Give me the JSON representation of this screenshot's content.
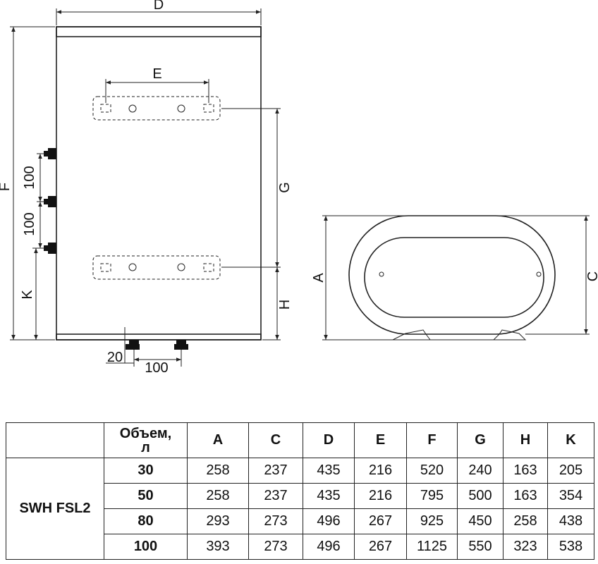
{
  "drawing": {
    "front_labels": {
      "D": "D",
      "E": "E",
      "F": "F",
      "G": "G",
      "H": "H",
      "K": "K",
      "pitch_upper": "100",
      "pitch_lower": "100",
      "bottom_offset": "20",
      "bottom_pitch": "100"
    },
    "side_labels": {
      "A": "A",
      "C": "C"
    }
  },
  "table": {
    "model": "SWH FSL2",
    "headers": [
      "Объем,\nл",
      "A",
      "C",
      "D",
      "E",
      "F",
      "G",
      "H",
      "K"
    ],
    "rows": [
      [
        "30",
        "258",
        "237",
        "435",
        "216",
        "520",
        "240",
        "163",
        "205"
      ],
      [
        "50",
        "258",
        "237",
        "435",
        "216",
        "795",
        "500",
        "163",
        "354"
      ],
      [
        "80",
        "293",
        "273",
        "496",
        "267",
        "925",
        "450",
        "258",
        "438"
      ],
      [
        "100",
        "393",
        "273",
        "496",
        "267",
        "1125",
        "550",
        "323",
        "538"
      ]
    ]
  }
}
